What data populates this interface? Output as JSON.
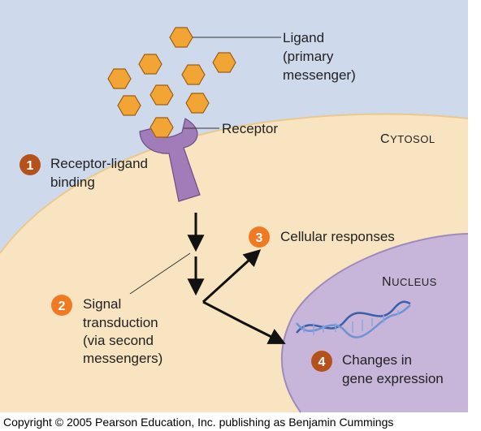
{
  "labels": {
    "ligand_line1": "Ligand",
    "ligand_line2": "(primary",
    "ligand_line3": "messenger)",
    "receptor": "Receptor",
    "cytosol_first": "C",
    "cytosol_rest": "YTOSOL",
    "nucleus_first": "N",
    "nucleus_rest": "UCLEUS"
  },
  "steps": [
    {
      "number": "1",
      "lines": [
        "Receptor-ligand",
        "binding"
      ]
    },
    {
      "number": "2",
      "lines": [
        "Signal",
        "transduction",
        "(via second",
        "messengers)"
      ]
    },
    {
      "number": "3",
      "lines": [
        "Cellular responses"
      ]
    },
    {
      "number": "4",
      "lines": [
        "Changes in",
        "gene expression"
      ]
    }
  ],
  "copyright": "Copyright © 2005 Pearson Education, Inc. publishing as Benjamin Cummings",
  "colors": {
    "extracellular": "#cfd9ec",
    "cytosol": "#f8e4c0",
    "nucleus": "#c8b6da",
    "ligand": "#f2a534",
    "receptor": "#a07cb8",
    "step_badge_1": "#b5521b",
    "step_badge_2": "#ef7a22",
    "step_badge_3": "#ef7a22",
    "step_badge_4": "#b5521b",
    "dna": "#4a6fb5"
  }
}
